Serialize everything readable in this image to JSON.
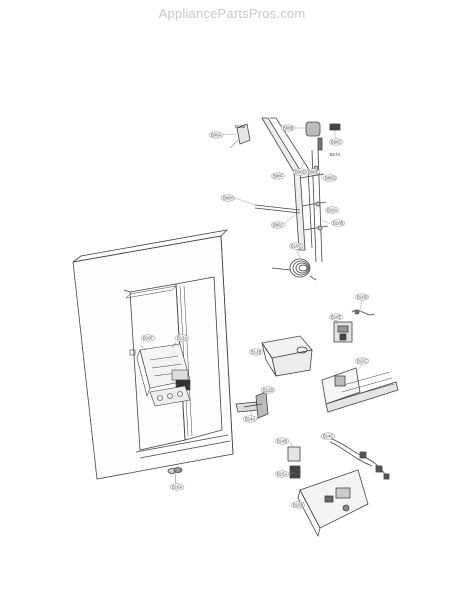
{
  "watermark": "AppliancePartsPros.com",
  "callouts": [
    "B00A",
    "B00B",
    "B00C",
    "B00D",
    "B00E",
    "B00F",
    "B00G",
    "B00H",
    "B00J",
    "B10A",
    "B10B",
    "B10C",
    "B10D",
    "B10E",
    "B10F",
    "B12A",
    "B12B",
    "B12C",
    "B12D",
    "B14A",
    "B14B",
    "B14C",
    "B15A",
    "B15B",
    "B16A",
    "B16B",
    "B17A"
  ]
}
